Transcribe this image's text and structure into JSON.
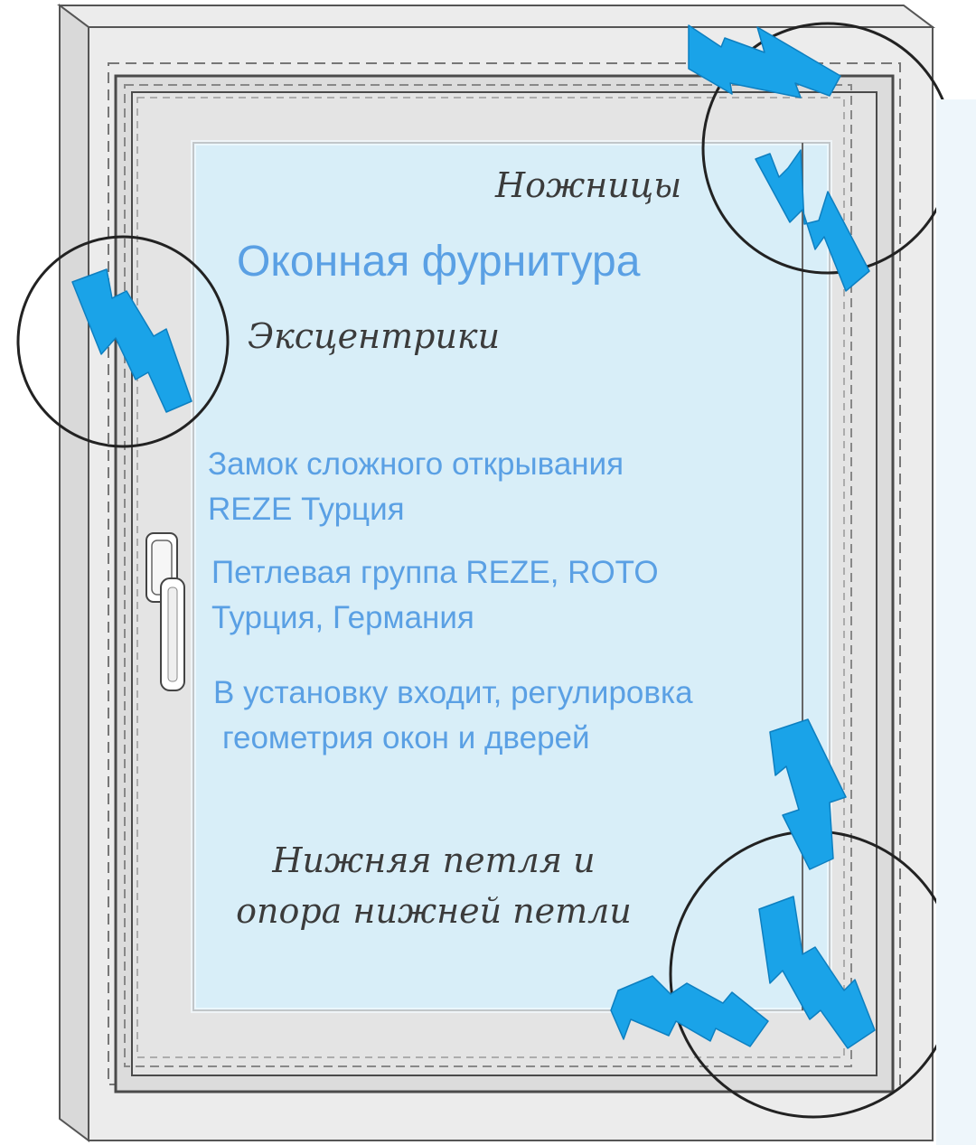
{
  "title": "Оконная фурнитура",
  "info_blocks": {
    "lock": {
      "line1": "Замок сложного открывания",
      "line2": "REZE Турция"
    },
    "hinge_group": {
      "line1": "Петлевая группа REZE, ROTO",
      "line2": "Турция, Германия"
    },
    "installation": {
      "line1": "В установку входит, регулировка",
      "line2": "геометрия окон и дверей"
    }
  },
  "diagram_labels": {
    "scissors": "Ножницы",
    "eccentrics": "Эксцентрики",
    "bottom_hinge_line1": "Нижняя петля и",
    "bottom_hinge_line2": "опора нижней петли"
  },
  "colors": {
    "title_text": "#5aa0e4",
    "arrow": "#1aa3e8",
    "glass": "#d8eef8",
    "frame": "#e2e2e2",
    "outline": "#4a4a4a"
  }
}
